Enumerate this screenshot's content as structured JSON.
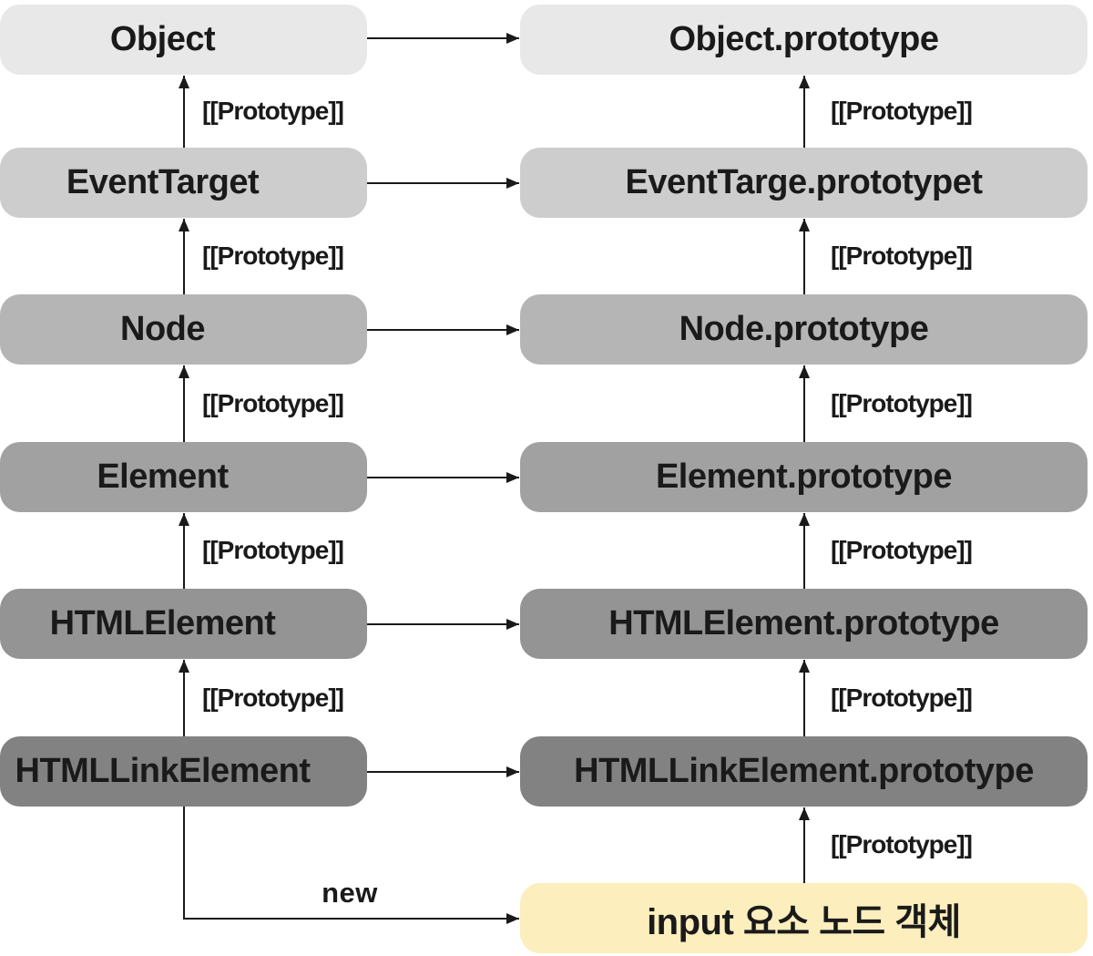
{
  "diagram": {
    "prototype_label": "[[Prototype]]",
    "new_label": "new",
    "arrow_color": "#1a1a1a",
    "rows": [
      {
        "id": "object",
        "left": "Object",
        "right": "Object.prototype",
        "color": "#e8e8e8"
      },
      {
        "id": "eventtarget",
        "left": "EventTarget",
        "right": "EventTarge.prototypet",
        "color": "#cdcdcd"
      },
      {
        "id": "node",
        "left": "Node",
        "right": "Node.prototype",
        "color": "#b5b5b5"
      },
      {
        "id": "element",
        "left": "Element",
        "right": "Element.prototype",
        "color": "#a1a1a1"
      },
      {
        "id": "htmlelement",
        "left": "HTMLElement",
        "right": "HTMLElement.prototype",
        "color": "#949494"
      },
      {
        "id": "htmllinkelement",
        "left": "HTMLLinkElement",
        "right": "HTMLLinkElement.prototype",
        "color": "#828282"
      }
    ],
    "instance_box": {
      "label": "input 요소 노드 객체",
      "color": "#fdeebd"
    }
  }
}
